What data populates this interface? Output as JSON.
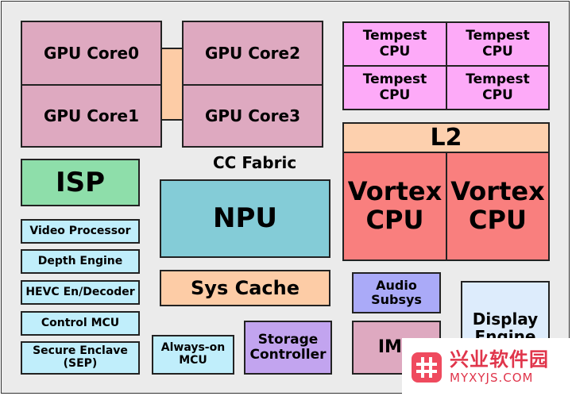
{
  "blocks": {
    "gpu0": "GPU Core0",
    "gpu1": "GPU Core1",
    "gpu2": "GPU Core2",
    "gpu3": "GPU Core3",
    "tempest": [
      "Tempest\nCPU",
      "Tempest\nCPU",
      "Tempest\nCPU",
      "Tempest\nCPU"
    ],
    "l2": "L2",
    "vortex": [
      "Vortex\nCPU",
      "Vortex\nCPU"
    ],
    "cc_fabric": "CC Fabric",
    "isp": "ISP",
    "npu": "NPU",
    "video_processor": "Video Processor",
    "depth_engine": "Depth Engine",
    "hevc": "HEVC En/Decoder",
    "control_mcu": "Control MCU",
    "secure_enclave": "Secure Enclave\n(SEP)",
    "sys_cache": "Sys Cache",
    "audio": "Audio\nSubsys",
    "always_on": "Always-on\nMCU",
    "storage": "Storage\nController",
    "imc": "IMC",
    "display": "Display\nEngine"
  },
  "watermark": {
    "cn": "兴业软件园",
    "en": "MYXYJS.COM"
  },
  "colors": {
    "gpu": "#dea9c0",
    "gpu_link": "#fdcca6",
    "tempest": "#fdaaf8",
    "l2": "#fdd0ae",
    "vortex": "#f97f7e",
    "isp": "#8edeaa",
    "npu": "#84ccd7",
    "io_blue": "#c0eefb",
    "sys_cache": "#fdcca6",
    "audio": "#aaaaf8",
    "storage": "#c2a4ef",
    "imc": "#dea9c0",
    "display": "#ddecfc"
  }
}
